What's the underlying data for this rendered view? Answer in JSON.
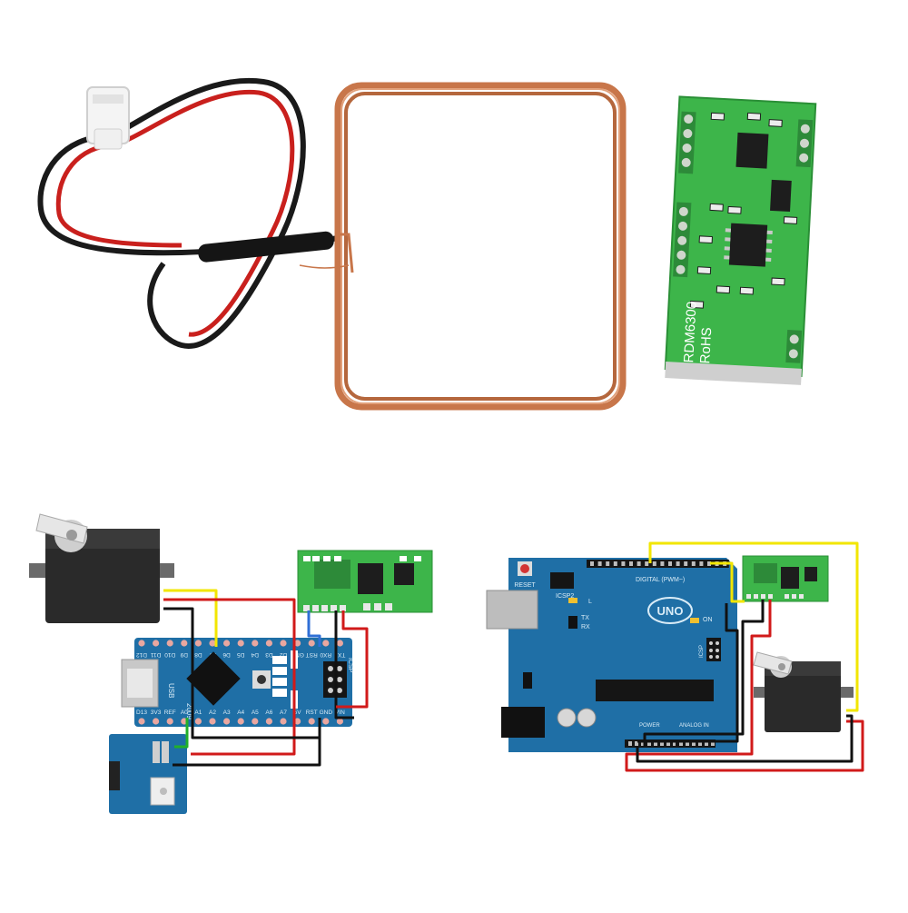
{
  "module": {
    "marking_line1": "RDM6300",
    "marking_line2": "RoHS"
  },
  "nano": {
    "top_pins": [
      "D12",
      "D11",
      "D10",
      "D9",
      "D8",
      "D7",
      "D6",
      "D5",
      "D4",
      "D3",
      "D2",
      "GND",
      "RST",
      "RX0",
      "TX1"
    ],
    "bottom_pins": [
      "D13",
      "3V3",
      "REF",
      "A0",
      "A1",
      "A2",
      "A3",
      "A4",
      "A5",
      "A6",
      "A7",
      "5V",
      "RST",
      "GND",
      "VIN"
    ],
    "board_label": "2009",
    "usb_label": "USB",
    "icsp_label": "ICSP"
  },
  "uno": {
    "logo": "UNO",
    "reset_label": "RESET",
    "icsp2_label": "ICSP2",
    "icsp_label": "ICSP",
    "digital_label": "DIGITAL (PWM~)",
    "power_label": "POWER",
    "analog_label": "ANALOG IN",
    "led_l": "L",
    "led_tx": "TX",
    "led_rx": "RX",
    "led_on": "ON"
  },
  "colors": {
    "wire_red": "#d11a1a",
    "wire_black": "#111111",
    "wire_yellow": "#f2e600",
    "wire_blue": "#2f6fd6",
    "wire_green": "#22b02a",
    "board_blue": "#1f6fa6",
    "module_green": "#3db54a",
    "coil_copper": "#c8764a"
  }
}
